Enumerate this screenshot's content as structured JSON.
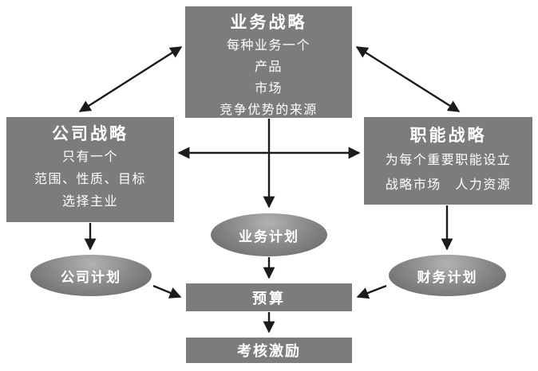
{
  "diagram": {
    "name": "strategy-planning-diagram",
    "colors": {
      "box_fill": "#7c7c7c",
      "ellipse_fill": "#8b8b8b",
      "text": "#ffffff",
      "arrow": "#1b1b1b",
      "background": "#ffffff"
    },
    "nodes": {
      "business_strategy": {
        "title": "业务战略",
        "lines": [
          "每种业务一个",
          "产品",
          "市场",
          "竞争优势的来源"
        ]
      },
      "corporate_strategy": {
        "title": "公司战略",
        "lines": [
          "只有一个",
          "范围、性质、目标",
          "选择主业"
        ]
      },
      "functional_strategy": {
        "title": "职能战略",
        "lines": [
          "为每个重要职能设立",
          "战略市场　人力资源"
        ]
      },
      "business_plan": {
        "label": "业务计划"
      },
      "corporate_plan": {
        "label": "公司计划"
      },
      "financial_plan": {
        "label": "财务计划"
      },
      "budget": {
        "label": "预算"
      },
      "assessment_incentive": {
        "label": "考核激励"
      }
    },
    "connections": [
      "corporate_strategy <-> business_strategy",
      "business_strategy <-> functional_strategy",
      "corporate_strategy <-> functional_strategy",
      "business_strategy -> business_plan",
      "corporate_strategy -> corporate_plan",
      "functional_strategy -> financial_plan",
      "business_plan -> budget",
      "corporate_plan -> budget",
      "financial_plan -> budget",
      "budget -> assessment_incentive"
    ]
  }
}
